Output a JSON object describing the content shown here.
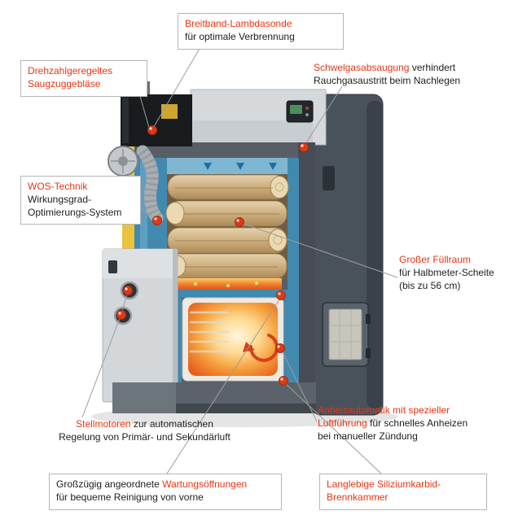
{
  "diagram": {
    "type": "annotated-product-cutaway",
    "subject": "Holzvergaser-Heizkessel Schnittdarstellung",
    "colors": {
      "accent_red": "#e63512",
      "text_black": "#1d1d1b",
      "callout_line": "#9d9d9d",
      "marker_fill": "#da3b17",
      "water_jacket_blue": "#4189af",
      "insulation_yellow": "#e8c33b",
      "casing_dark": "#49525a",
      "casing_light": "#d3d7da"
    },
    "callouts": [
      {
        "id": "lambda",
        "boxed": true,
        "lines": [
          [
            {
              "text": "Breitband-Lambdasonde",
              "color": "red"
            }
          ],
          [
            {
              "text": "für optimale Verbrennung",
              "color": "black"
            }
          ]
        ]
      },
      {
        "id": "fan",
        "boxed": true,
        "lines": [
          [
            {
              "text": "Drehzahlgeregeltes",
              "color": "red"
            }
          ],
          [
            {
              "text": "Saugzuggebläse",
              "color": "red"
            }
          ]
        ]
      },
      {
        "id": "schwelgas",
        "boxed": false,
        "lines": [
          [
            {
              "text": "Schwelgasabsaugung",
              "color": "red"
            },
            {
              "text": " verhindert",
              "color": "black"
            }
          ],
          [
            {
              "text": "Rauchgasaustritt beim Nachlegen",
              "color": "black"
            }
          ]
        ]
      },
      {
        "id": "wos",
        "boxed": true,
        "lines": [
          [
            {
              "text": "WOS-Technik",
              "color": "red"
            }
          ],
          [
            {
              "text": "Wirkungsgrad-",
              "color": "black"
            }
          ],
          [
            {
              "text": "Optimierungs-System",
              "color": "black"
            }
          ]
        ]
      },
      {
        "id": "fuellraum",
        "boxed": false,
        "lines": [
          [
            {
              "text": "Großer Füllraum",
              "color": "red"
            }
          ],
          [
            {
              "text": "für Halbmeter-Scheite",
              "color": "black"
            }
          ],
          [
            {
              "text": "(bis zu 56 cm)",
              "color": "black"
            }
          ]
        ]
      },
      {
        "id": "stellmotoren",
        "boxed": false,
        "lines": [
          [
            {
              "text": "Stellmotoren",
              "color": "red"
            },
            {
              "text": " zur automatischen",
              "color": "black"
            }
          ],
          [
            {
              "text": "Regelung von Primär- und Sekundärluft",
              "color": "black"
            }
          ]
        ]
      },
      {
        "id": "wartung",
        "boxed": true,
        "lines": [
          [
            {
              "text": "Großzügig angeordnete ",
              "color": "black"
            },
            {
              "text": "Wartungsöffnungen",
              "color": "red"
            }
          ],
          [
            {
              "text": "für bequeme Reinigung von vorne",
              "color": "black"
            }
          ]
        ]
      },
      {
        "id": "anheiz",
        "boxed": false,
        "lines": [
          [
            {
              "text": "Anheizautomatik mit spezieller",
              "color": "red"
            }
          ],
          [
            {
              "text": "Luftführung",
              "color": "red"
            },
            {
              "text": " für schnelles Anheizen",
              "color": "black"
            }
          ],
          [
            {
              "text": "bei manueller Zündung",
              "color": "black"
            }
          ]
        ]
      },
      {
        "id": "brennkammer",
        "boxed": true,
        "lines": [
          [
            {
              "text": "Langlebige Siliziumkarbid-",
              "color": "red"
            }
          ],
          [
            {
              "text": "Brennkammer",
              "color": "red"
            }
          ]
        ]
      }
    ]
  }
}
